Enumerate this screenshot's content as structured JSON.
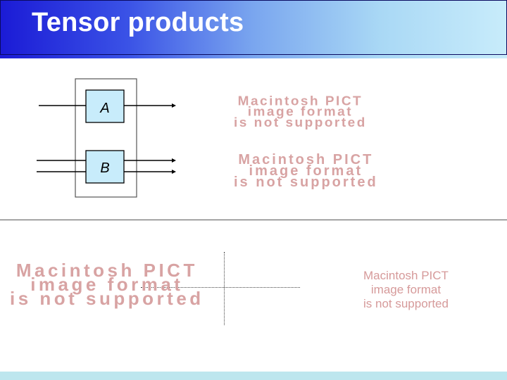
{
  "slide": {
    "title": "Tensor products"
  },
  "circuit": {
    "gate_a_label": "A",
    "gate_b_label": "B"
  },
  "placeholders": {
    "pict_1": [
      "Macintosh PICT",
      "image format",
      "is not supported"
    ],
    "pict_2": [
      "Macintosh PICT",
      "image format",
      "is not supported"
    ],
    "pict_3": [
      "Macintosh PICT",
      "image format",
      "is not supported"
    ],
    "pict_4": [
      "Macintosh PICT",
      "image format",
      "is not supported"
    ]
  },
  "colors": {
    "title_gradient_start": "#1b1bd6",
    "title_gradient_end": "#c8ecfb",
    "gate_fill": "#c8ecfb",
    "placeholder_text": "#d8a3a3",
    "footer_bar": "#bde6ee"
  }
}
